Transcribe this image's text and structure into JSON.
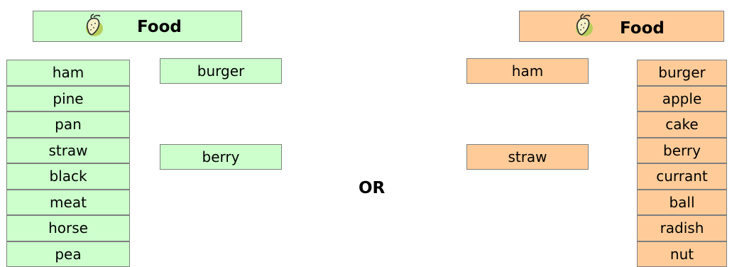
{
  "left": {
    "header": "Food",
    "column": [
      "ham",
      "pine",
      "pan",
      "straw",
      "black",
      "meat",
      "horse",
      "pea"
    ],
    "words": [
      "burger",
      "berry"
    ],
    "fill": "#ccffcc"
  },
  "or_label": "OR",
  "right": {
    "header": "Food",
    "words": [
      "ham",
      "straw"
    ],
    "column": [
      "burger",
      "apple",
      "cake",
      "berry",
      "currant",
      "ball",
      "radish",
      "nut"
    ],
    "fill": "#ffcc99"
  },
  "icons": {
    "header_icon": "strawberry-icon"
  }
}
